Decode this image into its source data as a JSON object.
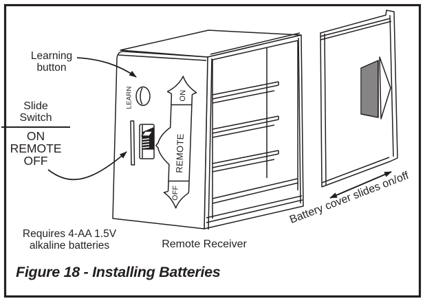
{
  "figure": {
    "caption": "Figure 18 - Installing Batteries"
  },
  "annotations": {
    "learning_button": {
      "line1": "Learning",
      "line2": "button"
    },
    "slide_switch": {
      "title1": "Slide",
      "title2": "Switch",
      "on": "ON",
      "remote": "REMOTE",
      "off": "OFF"
    },
    "requires": {
      "line1": "Requires 4-AA 1.5V",
      "line2": "alkaline batteries"
    },
    "remote_receiver": "Remote Receiver",
    "battery_cover": "Battery cover slides on/off"
  },
  "device": {
    "learn_label": "LEARN",
    "switch_positions": {
      "on": "ON",
      "remote": "REMOTE",
      "off": "OFF"
    }
  },
  "colors": {
    "line": "#231f20",
    "background": "#ffffff"
  }
}
